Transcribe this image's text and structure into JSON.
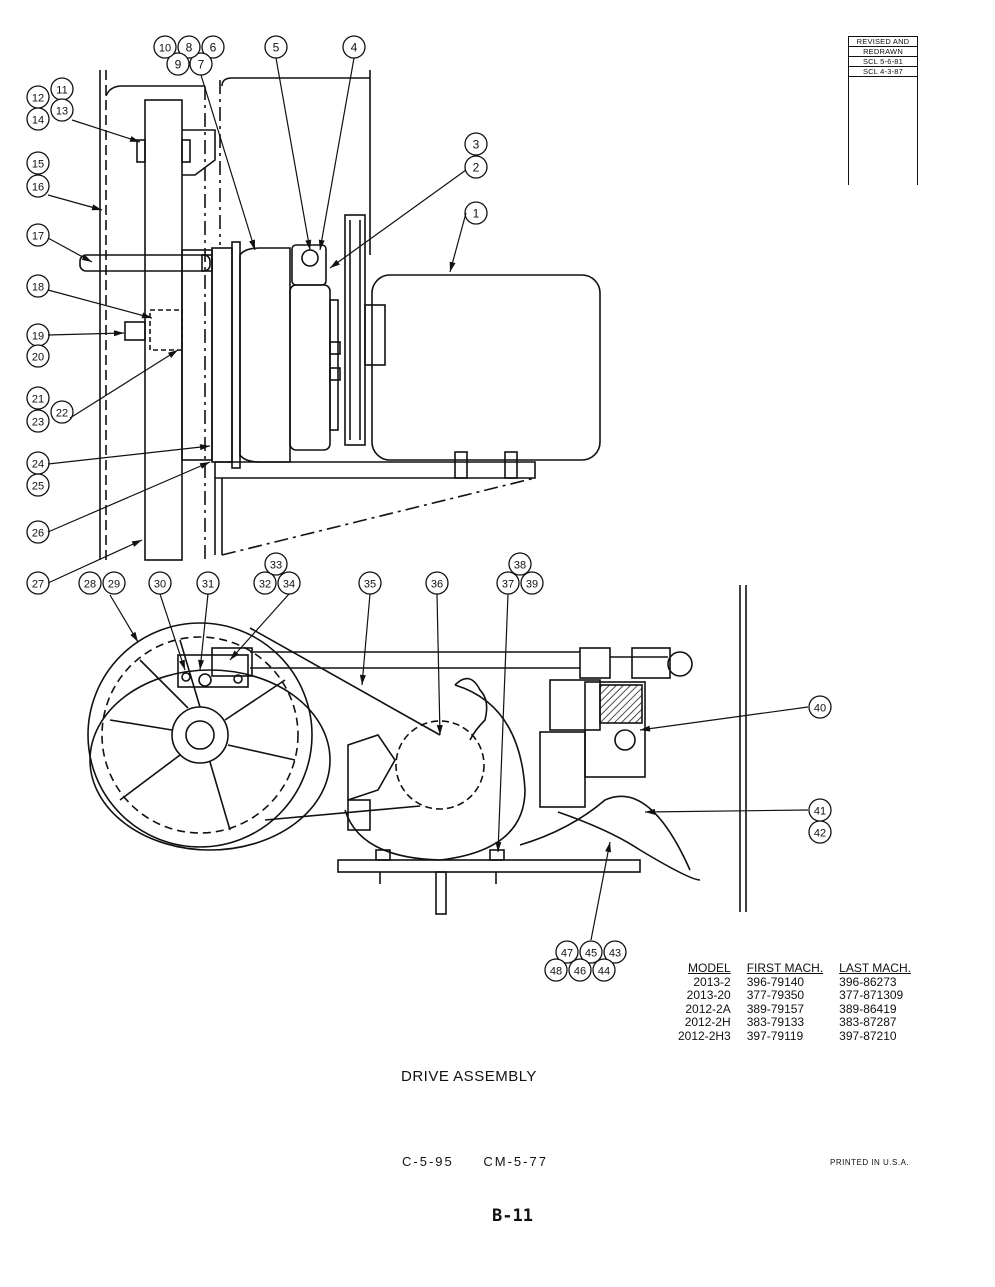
{
  "revision": {
    "line1": "REVISED AND",
    "line2": "REDRAWN",
    "scl1": "SCL 5-6-81",
    "scl2": "SCL 4-3-87"
  },
  "callouts": [
    "1",
    "2",
    "3",
    "4",
    "5",
    "6",
    "7",
    "8",
    "9",
    "10",
    "11",
    "12",
    "13",
    "14",
    "15",
    "16",
    "17",
    "18",
    "19",
    "20",
    "21",
    "22",
    "23",
    "24",
    "25",
    "26",
    "27",
    "28",
    "29",
    "30",
    "31",
    "32",
    "33",
    "34",
    "35",
    "36",
    "37",
    "38",
    "39",
    "40",
    "41",
    "42",
    "43",
    "44",
    "45",
    "46",
    "47",
    "48"
  ],
  "model_table": {
    "headers": [
      "MODEL",
      "FIRST MACH.",
      "LAST MACH."
    ],
    "rows": [
      [
        "2013-2",
        "396-79140",
        "396-86273"
      ],
      [
        "2013-20",
        "377-79350",
        "377-871309"
      ],
      [
        "2012-2A",
        "389-79157",
        "389-86419"
      ],
      [
        "2012-2H",
        "383-79133",
        "383-87287"
      ],
      [
        "2012-2H3",
        "397-79119",
        "397-87210"
      ]
    ]
  },
  "title": "DRIVE ASSEMBLY",
  "codes": [
    "C-5-95",
    "CM-5-77"
  ],
  "printed": "PRINTED IN U.S.A.",
  "page_number": "B-11"
}
